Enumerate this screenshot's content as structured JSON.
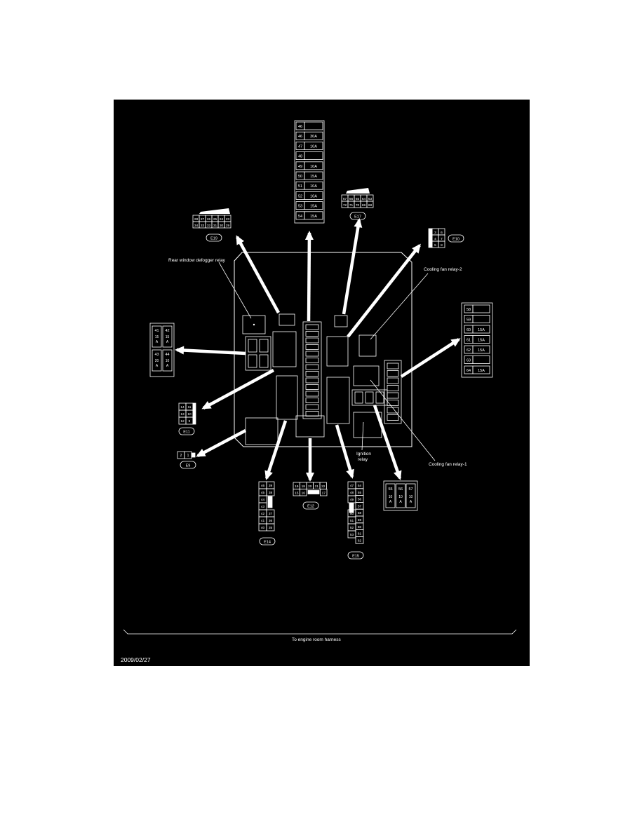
{
  "labels": {
    "rear_defogger": "Rear window defogger relay",
    "cooling_fan_2": "Cooling fan relay-2",
    "cooling_fan_1": "Cooling fan relay-1",
    "ignition_1": "Ignition",
    "ignition_2": "relay",
    "harness": "To engine room harness",
    "date": "2009/02/27"
  },
  "connectors": {
    "E19": {
      "id": "E19",
      "row1": [
        "28",
        "27",
        "26",
        "25",
        "24",
        "23"
      ],
      "row2": [
        "34",
        "33",
        "32",
        "31",
        "30",
        "29"
      ]
    },
    "E17": {
      "id": "E17",
      "row1": [
        "67",
        "66",
        "65",
        "64",
        "63"
      ],
      "row2": [
        "72",
        "71",
        "70",
        "69",
        "68"
      ]
    },
    "E10": {
      "id": "E10",
      "col1": [
        "3",
        "4",
        "5"
      ],
      "col2": [
        "6",
        "7",
        "8"
      ]
    },
    "E11": {
      "id": "E11",
      "col1": [
        "14",
        "13",
        "12"
      ],
      "col2": [
        "11",
        "10",
        "9"
      ]
    },
    "E9": {
      "id": "E9",
      "cells": [
        "2",
        "1"
      ]
    },
    "E12": {
      "id": "E12",
      "row1": [
        "19",
        "18",
        "20",
        "21",
        "22"
      ],
      "row2": [
        "15",
        "16",
        "17"
      ]
    },
    "E14": {
      "id": "E14",
      "col1": [
        "46",
        "45",
        "44",
        "43",
        "42",
        "41",
        "40"
      ],
      "col2": [
        "39",
        "38",
        "",
        "37",
        "36",
        "35"
      ]
    },
    "E15": {
      "id": "E15",
      "col1": [
        "47",
        "48",
        "49",
        "",
        "50",
        "51",
        "52",
        "53"
      ],
      "col2": [
        "54",
        "55",
        "56",
        "57",
        "58",
        "59",
        "60",
        "61",
        "62"
      ]
    }
  },
  "fuse_tables": {
    "top": [
      {
        "no": "46",
        "amp": ""
      },
      {
        "no": "46",
        "amp": "30A"
      },
      {
        "no": "47",
        "amp": "10A"
      },
      {
        "no": "48",
        "amp": ""
      },
      {
        "no": "49",
        "amp": "10A"
      },
      {
        "no": "50",
        "amp": "15A"
      },
      {
        "no": "51",
        "amp": "10A"
      },
      {
        "no": "52",
        "amp": "10A"
      },
      {
        "no": "53",
        "amp": "15A"
      },
      {
        "no": "54",
        "amp": "15A"
      }
    ],
    "right": [
      {
        "no": "58",
        "amp": ""
      },
      {
        "no": "59",
        "amp": ""
      },
      {
        "no": "60",
        "amp": "15A"
      },
      {
        "no": "61",
        "amp": "15A"
      },
      {
        "no": "62",
        "amp": "15A"
      },
      {
        "no": "63",
        "amp": ""
      },
      {
        "no": "64",
        "amp": "15A"
      }
    ],
    "left": [
      {
        "no": "41",
        "amp": "15 A"
      },
      {
        "no": "42",
        "amp": "15 A"
      },
      {
        "no": "43",
        "amp": "20 A"
      },
      {
        "no": "44",
        "amp": "10 A"
      }
    ],
    "bottom": [
      {
        "no": "55",
        "amp": "10 A"
      },
      {
        "no": "56",
        "amp": "10 A"
      },
      {
        "no": "57",
        "amp": "10 A"
      }
    ]
  },
  "colors": {
    "background": "#000000",
    "line": "#ffffff",
    "page": "#ffffff"
  }
}
